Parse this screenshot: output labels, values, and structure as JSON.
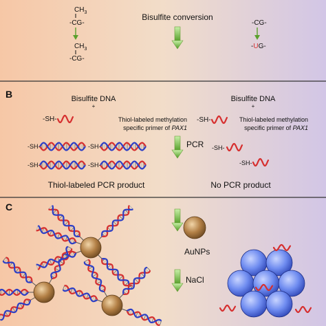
{
  "colors": {
    "bg_left": "#f6c7a6",
    "bg_mid": "#f2ddc9",
    "bg_right": "#d2c6e6",
    "strand_red": "#d62f2f",
    "strand_blue": "#2d3fc6",
    "gold": "#b27f45",
    "blue_np": "#6f8cf0",
    "arrow_green": "#7ac943"
  },
  "panel_a": {
    "mol_left": {
      "ch3_top": "CH",
      "ch3_sub": "3",
      "cg_top": "-CG-",
      "ch3_bottom": "CH",
      "cg_bottom": "-CG-"
    },
    "center_label": "Bisulfite conversion",
    "mol_right": {
      "cg": "-CG-",
      "ug_dash_left": "-",
      "ug_u": "U",
      "ug_rest": "G-"
    }
  },
  "panel_b": {
    "label": "B",
    "left": {
      "top_text": "Bisulfite DNA",
      "plus": "+",
      "sh": "-SH-",
      "primer_line1": "Thiol-labeled methylation",
      "primer_line2_prefix": "specific primer of ",
      "primer_gene": "PAX1",
      "product_sh": "-SH-",
      "product_text": "Thiol-labeled PCR product"
    },
    "center_label": "PCR",
    "right": {
      "top_text": "Bisulfite DNA",
      "plus": "+",
      "sh": "-SH-",
      "primer_line1": "Thiol-labeled methylation",
      "primer_line2_prefix": "specific primer of ",
      "primer_gene": "PAX1",
      "result_sh": "-SH-",
      "product_text": "No PCR product"
    }
  },
  "panel_c": {
    "label": "C",
    "step1": "AuNPs",
    "step2": "NaCl"
  }
}
